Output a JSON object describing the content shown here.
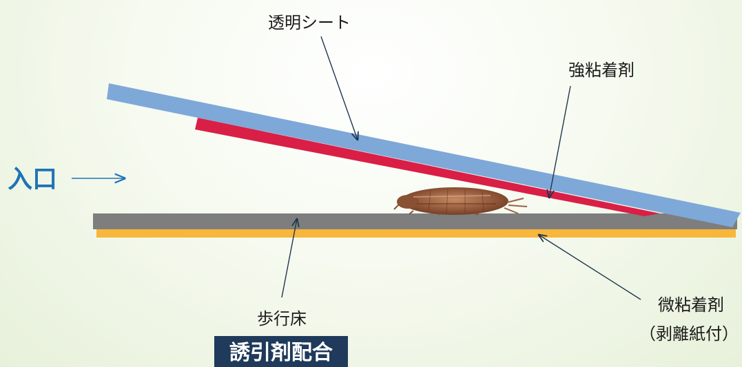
{
  "labels": {
    "transparent_sheet": "透明シート",
    "strong_adhesive": "強粘着剤",
    "entrance": "入口",
    "walking_floor": "歩行床",
    "weak_adhesive_line1": "微粘着剤",
    "weak_adhesive_line2": "（剥離紙付）",
    "attractant_badge": "誘引剤配合"
  },
  "colors": {
    "transparent_sheet": "#7ea8d8",
    "strong_adhesive": "#d91f45",
    "walking_floor": "#7e7e7e",
    "weak_adhesive": "#f8b63a",
    "entrance": "#1f73b7",
    "badge_background": "#1f3a5a",
    "leader_line": "#1f3550"
  },
  "icons": {
    "entrance_arrow": "right-arrow-icon",
    "insect": "bedbug-illustration"
  }
}
